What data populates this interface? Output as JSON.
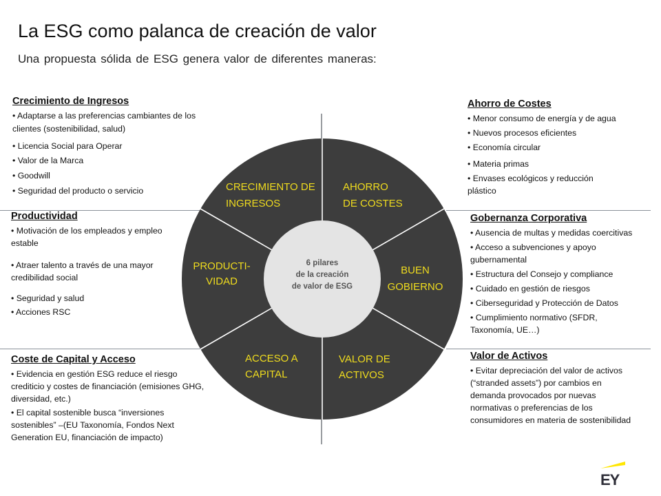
{
  "header": {
    "title": "La ESG como palanca de creación de valor",
    "subtitle": "Una propuesta sólida de ESG genera valor de diferentes maneras:"
  },
  "diagram": {
    "center": [
      "6 pilares",
      "de la creación",
      "de valor de ESG"
    ],
    "segments": {
      "crecimiento": "CRECIMIENTO DE INGRESOS",
      "ahorro": "AHORRO DE COSTES",
      "productividad": "PRODUCTI- VIDAD",
      "gobierno": "BUEN GOBIERNO",
      "capital": "ACCESO A CAPITAL",
      "activos": "VALOR DE ACTIVOS"
    },
    "colors": {
      "segment": "#3d3d3d",
      "label": "#f0dc1e",
      "center": "#e4e4e4"
    }
  },
  "blocks": {
    "crecimiento": {
      "heading": "Crecimiento de Ingresos",
      "items": [
        "Adaptarse a las preferencias cambiantes de los clientes (sostenibilidad, salud)",
        "Licencia Social para Operar",
        "Valor de la Marca",
        "Goodwill",
        "Seguridad del producto o servicio"
      ]
    },
    "productividad": {
      "heading": "Productividad",
      "items": [
        "Motivación de los empleados y empleo estable",
        "Atraer talento a través de una mayor credibilidad social",
        "Seguridad y salud",
        "Acciones RSC"
      ]
    },
    "capital": {
      "heading": "Coste de Capital y Acceso",
      "items": [
        "Evidencia en gestión ESG reduce el riesgo crediticio y costes de financiación (emisiones GHG, diversidad, etc.)",
        "El capital sostenible busca “inversiones sostenibles” –(EU Taxonomía, Fondos Next Generation EU, financiación de impacto)"
      ]
    },
    "ahorro": {
      "heading": "Ahorro de Costes",
      "items": [
        "Menor consumo de energía y de agua",
        "Nuevos procesos eficientes",
        "Economía circular",
        "Materia primas",
        "Envases ecológicos y reducción plástico"
      ]
    },
    "gobierno": {
      "heading": "Gobernanza Corporativa",
      "items": [
        "Ausencia de multas y medidas coercitivas",
        "Acceso a subvenciones y apoyo gubernamental",
        "Estructura del Consejo y compliance",
        "Cuidado en gestión de riesgos",
        "Ciberseguridad y Protección de Datos",
        "Cumplimiento normativo (SFDR, Taxonomía, UE…)"
      ]
    },
    "activos": {
      "heading": "Valor de Activos",
      "items": [
        "Evitar depreciación del valor de activos (“stranded assets”) por cambios en demanda provocados por nuevas normativas o preferencias de los consumidores en materia de sostenibilidad"
      ]
    }
  },
  "logo": {
    "text": "EY",
    "accent": "#ffe600"
  }
}
